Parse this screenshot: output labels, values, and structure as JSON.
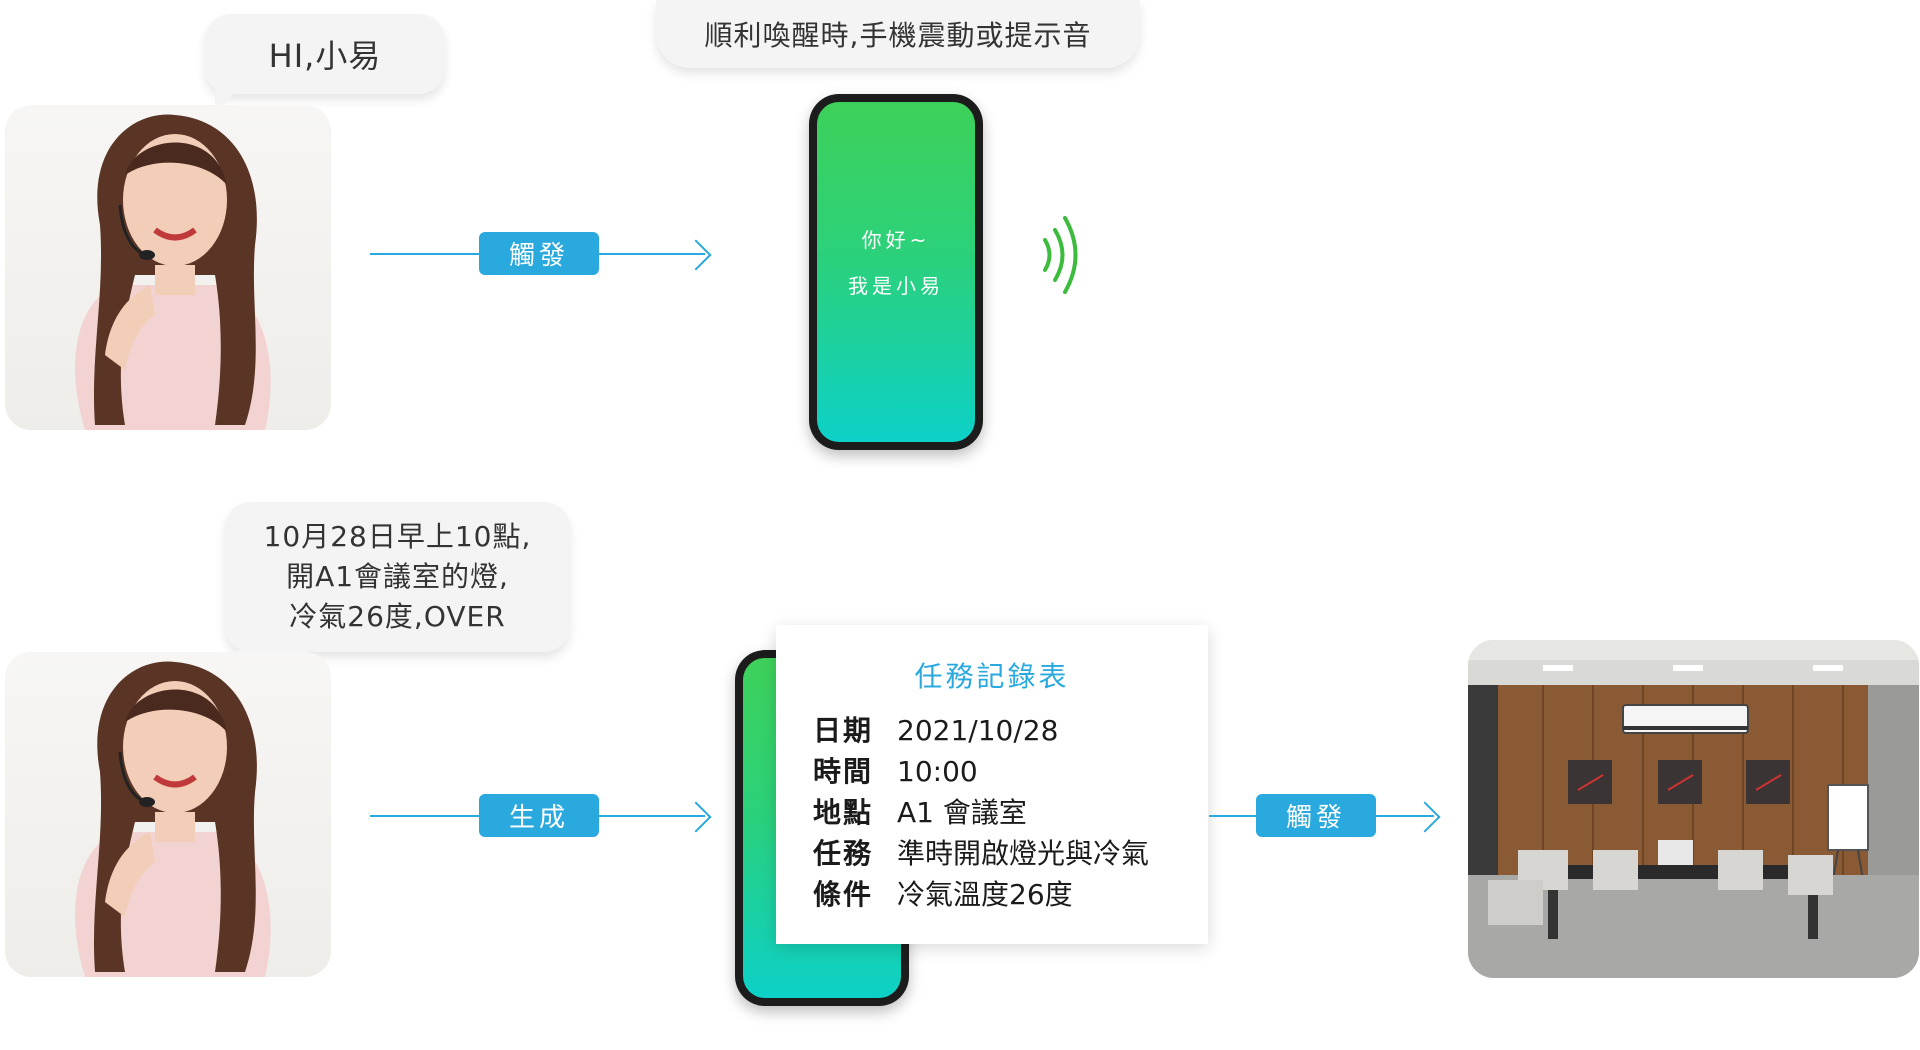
{
  "row1": {
    "speech": "HI,小易",
    "top_note": "順利喚醒時,手機震動或提示音",
    "arrow_tag": "觸發",
    "phone_line1": "你好~",
    "phone_line2": "我是小易"
  },
  "row2": {
    "speech_line1": "10月28日早上10點,",
    "speech_line2": "開A1會議室的燈,",
    "speech_line3": "冷氣26度,OVER",
    "arrow_tag_left": "生成",
    "arrow_tag_right": "觸發",
    "card": {
      "title": "任務記錄表",
      "rows": [
        {
          "label": "日期",
          "value": "2021/10/28"
        },
        {
          "label": "時間",
          "value": "10:00"
        },
        {
          "label": "地點",
          "value": "A1 會議室"
        },
        {
          "label": "任務",
          "value": "準時開啟燈光與冷氣"
        },
        {
          "label": "條件",
          "value": "冷氣溫度26度"
        }
      ]
    }
  },
  "colors": {
    "accent": "#2aa9df",
    "screen_top": "#3ed15a",
    "screen_bottom": "#0dd1c8",
    "vibration": "#3dbb3d"
  }
}
